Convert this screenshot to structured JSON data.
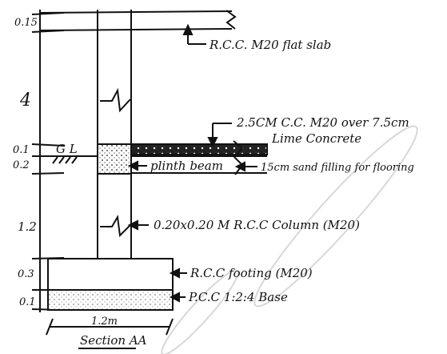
{
  "dimensions": {
    "top_slab": "0.15",
    "column_height": "4",
    "ground_level_offset": "0.1",
    "plinth_beam_depth": "0.2",
    "below_plinth_height": "1.2",
    "footing_depth": "0.3",
    "pcc_base_depth": "0.1",
    "footing_width": "1.2m"
  },
  "labels": {
    "rcc_flat_slab": "R.C.C. M20 flat slab",
    "floor_concrete_line1": "2.5CM C.C. M20 over 7.5cm",
    "floor_concrete_line2": "Lime Concrete",
    "sand_filling": "15cm sand filling for flooring",
    "ground_level": "G L",
    "plinth_beam": "plinth beam",
    "column": "0.20x0.20 M R.C.C Column (M20)",
    "rcc_footing": "R.C.C footing (M20)",
    "pcc_base": "P.C.C 1:2:4 Base",
    "section_title": "Section AA"
  },
  "colors": {
    "ink": "#111111",
    "watermark": "#d8d8d8"
  }
}
